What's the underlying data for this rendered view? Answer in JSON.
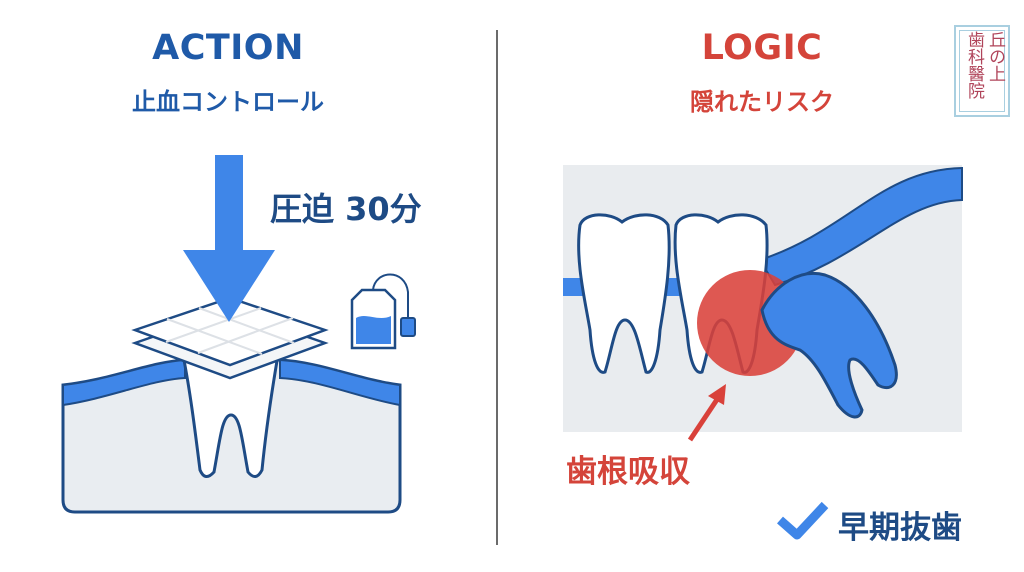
{
  "left_panel": {
    "title": "ACTION",
    "subtitle": "止血コントロール",
    "pressure_label": "圧迫 30分"
  },
  "right_panel": {
    "title": "LOGIC",
    "subtitle": "隠れたリスク",
    "annotation": "歯根吸収",
    "conclusion": "早期抜歯"
  },
  "logo": {
    "line1": "丘の上",
    "line2": "歯科醫院"
  },
  "colors": {
    "blue": "#3f86e8",
    "navy": "#1e4b85",
    "red": "#d9413a",
    "gray": "#e9ecef"
  }
}
